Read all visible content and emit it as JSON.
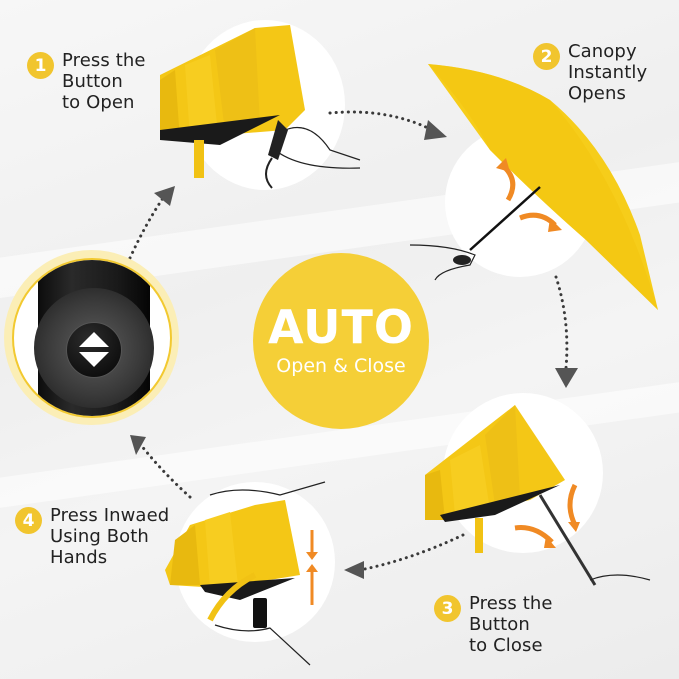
{
  "center": {
    "title": "AUTO",
    "subtitle": "Open & Close",
    "color": "#f5cf37"
  },
  "steps": [
    {
      "number": "1",
      "lines": [
        "Press the",
        "Button",
        "to Open"
      ],
      "illustration": "folded-umbrella-hand-press"
    },
    {
      "number": "2",
      "lines": [
        "Canopy",
        "Instantly",
        "Opens"
      ],
      "illustration": "open-umbrella-with-orange-arrows"
    },
    {
      "number": "3",
      "lines": [
        "Press the",
        "Button",
        "to Close"
      ],
      "illustration": "closing-umbrella-with-orange-arrows"
    },
    {
      "number": "4",
      "lines": [
        "Press Inwaed",
        "Using Both",
        "Hands"
      ],
      "illustration": "two-hands-compress-umbrella"
    }
  ],
  "closeup": {
    "label": "auto-button-closeup",
    "icon": "up-down-triangle-icon"
  },
  "colors": {
    "accent_yellow": "#f1c52e",
    "umbrella_yellow": "#f6c913",
    "arrow_orange": "#f08a24",
    "flow_arrow": "#555555",
    "background": "#f2f2f2"
  }
}
